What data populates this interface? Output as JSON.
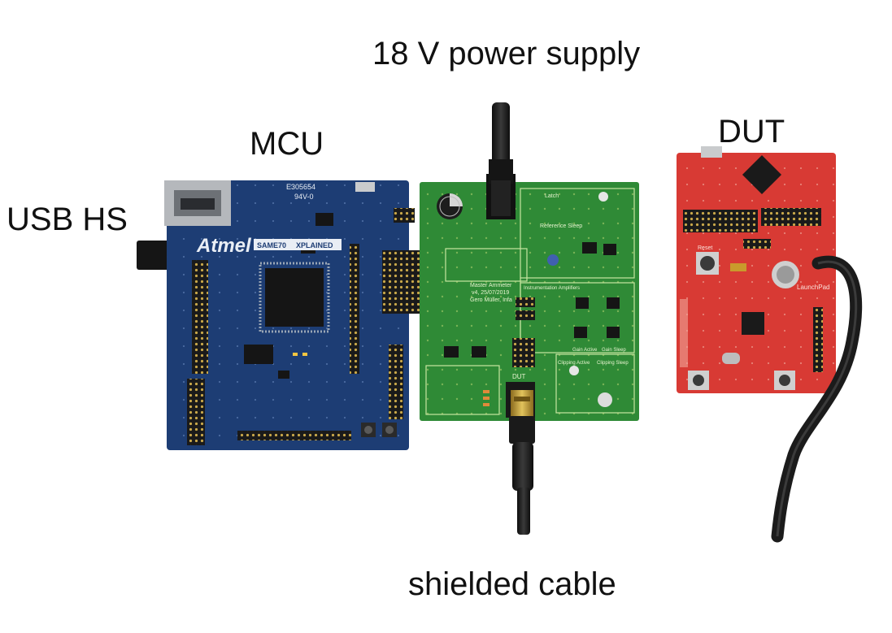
{
  "labels": {
    "power_supply": "18 V power supply",
    "mcu": "MCU",
    "dut": "DUT",
    "usb": "USB HS",
    "cable": "shielded cable"
  },
  "mcu_board": {
    "brand": "Atmel",
    "model": "SAME70",
    "variant": "XPLAINED",
    "code": "E305654",
    "rev": "94V-0"
  },
  "ammeter_board": {
    "title": "Master Ammeter",
    "version": "v4, 25/07/2019",
    "author": "Gero Müller, Infa",
    "sections": [
      "Latch",
      "Reference Sleep",
      "Instrumentation Amplifiers",
      "Gain Active",
      "Gain Sleep",
      "Clipping Active",
      "Clipping Sleep"
    ],
    "connector": "DUT"
  },
  "dut_board": {
    "name": "LaunchPad",
    "button": "Reset"
  },
  "colors": {
    "mcu_pcb": "#1d3d74",
    "ammeter_pcb": "#2f8a36",
    "dut_pcb": "#d83a34",
    "cable": "#1b1b1b"
  }
}
